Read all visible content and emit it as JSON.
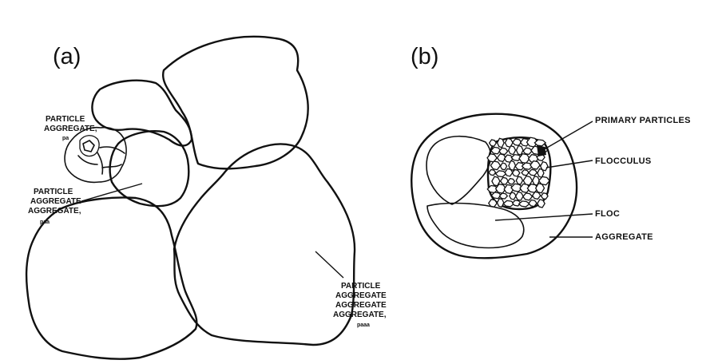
{
  "panels": {
    "a": {
      "label": "(a)",
      "labels": {
        "pa": {
          "line1": "PARTICLE",
          "line2": "AGGREGATE,",
          "subscript": "pa"
        },
        "paa": {
          "line1": "PARTICLE",
          "line2": "AGGREGATE",
          "line3": "AGGREGATE,",
          "subscript": "paa"
        },
        "paaa": {
          "line1": "PARTICLE",
          "line2": "AGGREGATE",
          "line3": "AGGREGATE",
          "line4": "AGGREGATE,",
          "subscript": "paaa"
        }
      }
    },
    "b": {
      "label": "(b)",
      "labels": {
        "primary_particles": "PRIMARY PARTICLES",
        "flocculus": "FLOCCULUS",
        "floc": "FLOC",
        "aggregate": "AGGREGATE"
      }
    }
  }
}
